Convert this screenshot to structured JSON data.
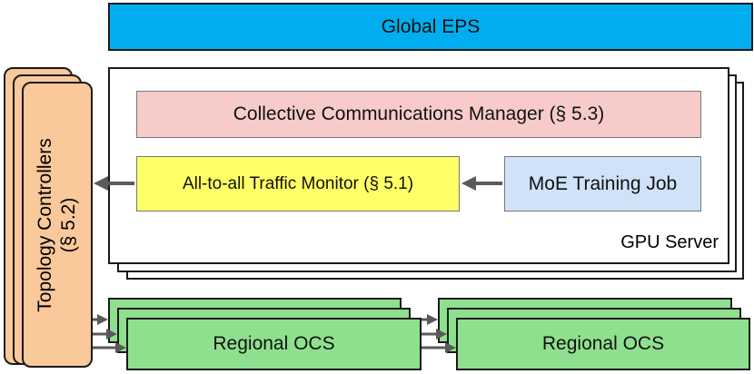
{
  "global_eps": {
    "label": "Global EPS",
    "color": "#00aeef"
  },
  "gpu_server": {
    "label": "GPU Server"
  },
  "collective_manager": {
    "label": "Collective Communications Manager (§ 5.3)",
    "color": "#f8cbcb"
  },
  "traffic_monitor": {
    "label": "All-to-all Traffic Monitor (§ 5.1)",
    "color": "#ffff66"
  },
  "moe_job": {
    "label": "MoE Training Job",
    "color": "#cfe2f8"
  },
  "topology_controllers": {
    "line1": "Topology Controllers",
    "line2": "(§ 5.2)",
    "color": "#f9c89b"
  },
  "regional_ocs": [
    {
      "label": "Regional OCS",
      "color": "#8ee08e"
    },
    {
      "label": "Regional OCS",
      "color": "#8ee08e"
    }
  ]
}
